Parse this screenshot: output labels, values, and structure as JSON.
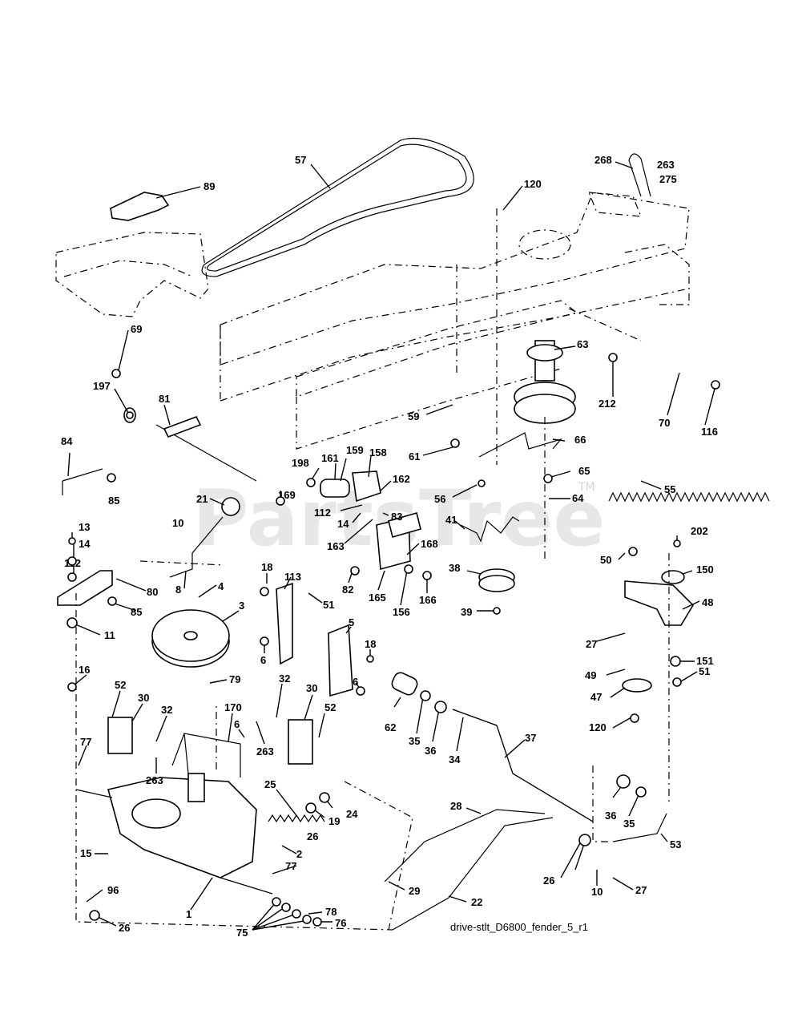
{
  "watermark": {
    "text": "PartsTree",
    "tm": "TM"
  },
  "caption": "drive-stlt_D6800_fender_5_r1",
  "callouts": [
    {
      "id": "c57",
      "label": "57"
    },
    {
      "id": "c89",
      "label": "89"
    },
    {
      "id": "c120a",
      "label": "120"
    },
    {
      "id": "c268",
      "label": "268"
    },
    {
      "id": "c263a",
      "label": "263"
    },
    {
      "id": "c275",
      "label": "275"
    },
    {
      "id": "c69",
      "label": "69"
    },
    {
      "id": "c63",
      "label": "63"
    },
    {
      "id": "c197",
      "label": "197"
    },
    {
      "id": "c81",
      "label": "81"
    },
    {
      "id": "c212",
      "label": "212"
    },
    {
      "id": "c70",
      "label": "70"
    },
    {
      "id": "c116",
      "label": "116"
    },
    {
      "id": "c59",
      "label": "59"
    },
    {
      "id": "c66",
      "label": "66"
    },
    {
      "id": "c84",
      "label": "84"
    },
    {
      "id": "c61",
      "label": "61"
    },
    {
      "id": "c198",
      "label": "198"
    },
    {
      "id": "c161",
      "label": "161"
    },
    {
      "id": "c159",
      "label": "159"
    },
    {
      "id": "c158",
      "label": "158"
    },
    {
      "id": "c65",
      "label": "65"
    },
    {
      "id": "c85a",
      "label": "85"
    },
    {
      "id": "c162",
      "label": "162"
    },
    {
      "id": "c55",
      "label": "55"
    },
    {
      "id": "c169",
      "label": "169"
    },
    {
      "id": "c21",
      "label": "21"
    },
    {
      "id": "c112a",
      "label": "112"
    },
    {
      "id": "c56",
      "label": "56"
    },
    {
      "id": "c64",
      "label": "64"
    },
    {
      "id": "c83",
      "label": "83"
    },
    {
      "id": "c14a",
      "label": "14"
    },
    {
      "id": "c10a",
      "label": "10"
    },
    {
      "id": "c41",
      "label": "41"
    },
    {
      "id": "c13",
      "label": "13"
    },
    {
      "id": "c163",
      "label": "163"
    },
    {
      "id": "c202",
      "label": "202"
    },
    {
      "id": "c14b",
      "label": "14"
    },
    {
      "id": "c168",
      "label": "168"
    },
    {
      "id": "c50",
      "label": "50"
    },
    {
      "id": "c150",
      "label": "150"
    },
    {
      "id": "c112b",
      "label": "112"
    },
    {
      "id": "c18a",
      "label": "18"
    },
    {
      "id": "c113",
      "label": "113"
    },
    {
      "id": "c38",
      "label": "38"
    },
    {
      "id": "c8",
      "label": "8"
    },
    {
      "id": "c4",
      "label": "4"
    },
    {
      "id": "c82",
      "label": "82"
    },
    {
      "id": "c165",
      "label": "165"
    },
    {
      "id": "c166",
      "label": "166"
    },
    {
      "id": "c80",
      "label": "80"
    },
    {
      "id": "c51a",
      "label": "51"
    },
    {
      "id": "c48",
      "label": "48"
    },
    {
      "id": "c85b",
      "label": "85"
    },
    {
      "id": "c156",
      "label": "156"
    },
    {
      "id": "c39",
      "label": "39"
    },
    {
      "id": "c3",
      "label": "3"
    },
    {
      "id": "c11",
      "label": "11"
    },
    {
      "id": "c5",
      "label": "5"
    },
    {
      "id": "c27a",
      "label": "27"
    },
    {
      "id": "c6a",
      "label": "6"
    },
    {
      "id": "c18b",
      "label": "18"
    },
    {
      "id": "c151",
      "label": "151"
    },
    {
      "id": "c16",
      "label": "16"
    },
    {
      "id": "c51b",
      "label": "51"
    },
    {
      "id": "c49",
      "label": "49"
    },
    {
      "id": "c79",
      "label": "79"
    },
    {
      "id": "c52a",
      "label": "52"
    },
    {
      "id": "c32a",
      "label": "32"
    },
    {
      "id": "c6b",
      "label": "6"
    },
    {
      "id": "c30a",
      "label": "30"
    },
    {
      "id": "c30b",
      "label": "30"
    },
    {
      "id": "c47",
      "label": "47"
    },
    {
      "id": "c32b",
      "label": "32"
    },
    {
      "id": "c52b",
      "label": "52"
    },
    {
      "id": "c170",
      "label": "170"
    },
    {
      "id": "c62",
      "label": "62"
    },
    {
      "id": "c120b",
      "label": "120"
    },
    {
      "id": "c35a",
      "label": "35"
    },
    {
      "id": "c36a",
      "label": "36"
    },
    {
      "id": "c34",
      "label": "34"
    },
    {
      "id": "c37",
      "label": "37"
    },
    {
      "id": "c6c",
      "label": "6"
    },
    {
      "id": "c77a",
      "label": "77"
    },
    {
      "id": "c263b",
      "label": "263"
    },
    {
      "id": "c263c",
      "label": "263"
    },
    {
      "id": "c25",
      "label": "25"
    },
    {
      "id": "c24",
      "label": "24"
    },
    {
      "id": "c19",
      "label": "19"
    },
    {
      "id": "c28",
      "label": "28"
    },
    {
      "id": "c36b",
      "label": "36"
    },
    {
      "id": "c35b",
      "label": "35"
    },
    {
      "id": "c26a",
      "label": "26"
    },
    {
      "id": "c53",
      "label": "53"
    },
    {
      "id": "c15",
      "label": "15"
    },
    {
      "id": "c2",
      "label": "2"
    },
    {
      "id": "c77b",
      "label": "77"
    },
    {
      "id": "c29",
      "label": "29"
    },
    {
      "id": "c26b",
      "label": "26"
    },
    {
      "id": "c10b",
      "label": "10"
    },
    {
      "id": "c27b",
      "label": "27"
    },
    {
      "id": "c96",
      "label": "96"
    },
    {
      "id": "c1",
      "label": "1"
    },
    {
      "id": "c22",
      "label": "22"
    },
    {
      "id": "c78",
      "label": "78"
    },
    {
      "id": "c76",
      "label": "76"
    },
    {
      "id": "c75",
      "label": "75"
    },
    {
      "id": "c26c",
      "label": "26"
    }
  ]
}
